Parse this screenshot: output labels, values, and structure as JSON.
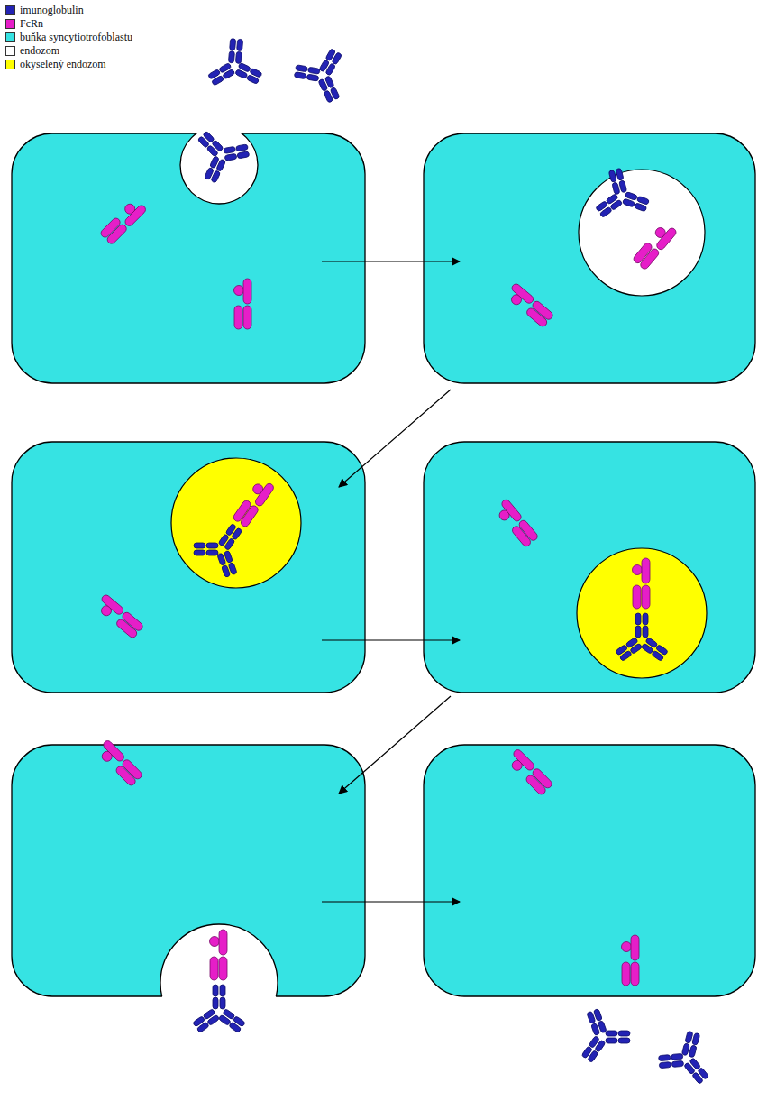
{
  "diagram": {
    "legend": [
      {
        "text": "imunoglobulin",
        "color": "#2323b4"
      },
      {
        "text": "FcRn",
        "color": "#e61ec8"
      },
      {
        "text": "buňka syncytiotrofoblastu",
        "color": "#36e3e3"
      },
      {
        "text": "endozom",
        "color": "#ffffff"
      },
      {
        "text": "okyselený endozom",
        "color": "#ffff00"
      }
    ]
  }
}
